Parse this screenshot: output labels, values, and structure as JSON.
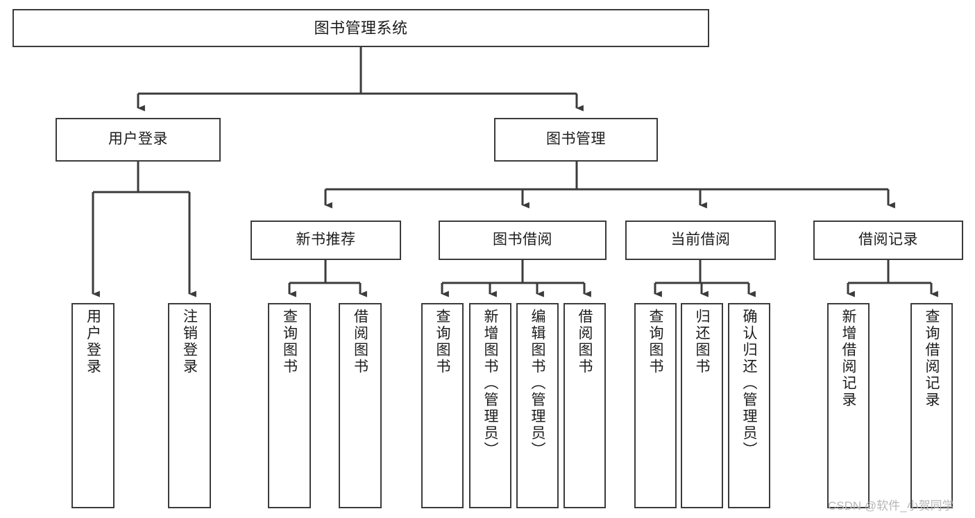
{
  "diagram": {
    "title": "图书管理系统",
    "type": "tree",
    "orientation": "top-down",
    "stroke_color": "#3b3b3b",
    "fill_color": "#ffffff",
    "text_color": "#1c1c1c"
  },
  "nodes": {
    "root": {
      "label": "图书管理系统",
      "level": 1
    },
    "login": {
      "label": "用户登录",
      "level": 2
    },
    "bookmgmt": {
      "label": "图书管理",
      "level": 2
    },
    "newbook": {
      "label": "新书推荐",
      "level": 3
    },
    "borrow": {
      "label": "图书借阅",
      "level": 3
    },
    "current": {
      "label": "当前借阅",
      "level": 3
    },
    "record": {
      "label": "借阅记录",
      "level": 3
    },
    "leaf_login_1": {
      "label": "用户登录",
      "level": 4
    },
    "leaf_login_2": {
      "label": "注销登录",
      "level": 4
    },
    "leaf_newbook_1": {
      "label": "查询图书",
      "level": 4
    },
    "leaf_newbook_2": {
      "label": "借阅图书",
      "level": 4
    },
    "leaf_borrow_1": {
      "label": "查询图书",
      "level": 4
    },
    "leaf_borrow_2": {
      "label": "新增图书（管理员）",
      "level": 4
    },
    "leaf_borrow_3": {
      "label": "编辑图书（管理员）",
      "level": 4
    },
    "leaf_borrow_4": {
      "label": "借阅图书",
      "level": 4
    },
    "leaf_current_1": {
      "label": "查询图书",
      "level": 4
    },
    "leaf_current_2": {
      "label": "归还图书",
      "level": 4
    },
    "leaf_current_3": {
      "label": "确认归还（管理员）",
      "level": 4
    },
    "leaf_record_1": {
      "label": "新增借阅记录",
      "level": 4
    },
    "leaf_record_2": {
      "label": "查询借阅记录",
      "level": 4
    }
  },
  "watermark": {
    "text": "CSDN @软件_小贺同学",
    "color": "#b6b6b6"
  }
}
